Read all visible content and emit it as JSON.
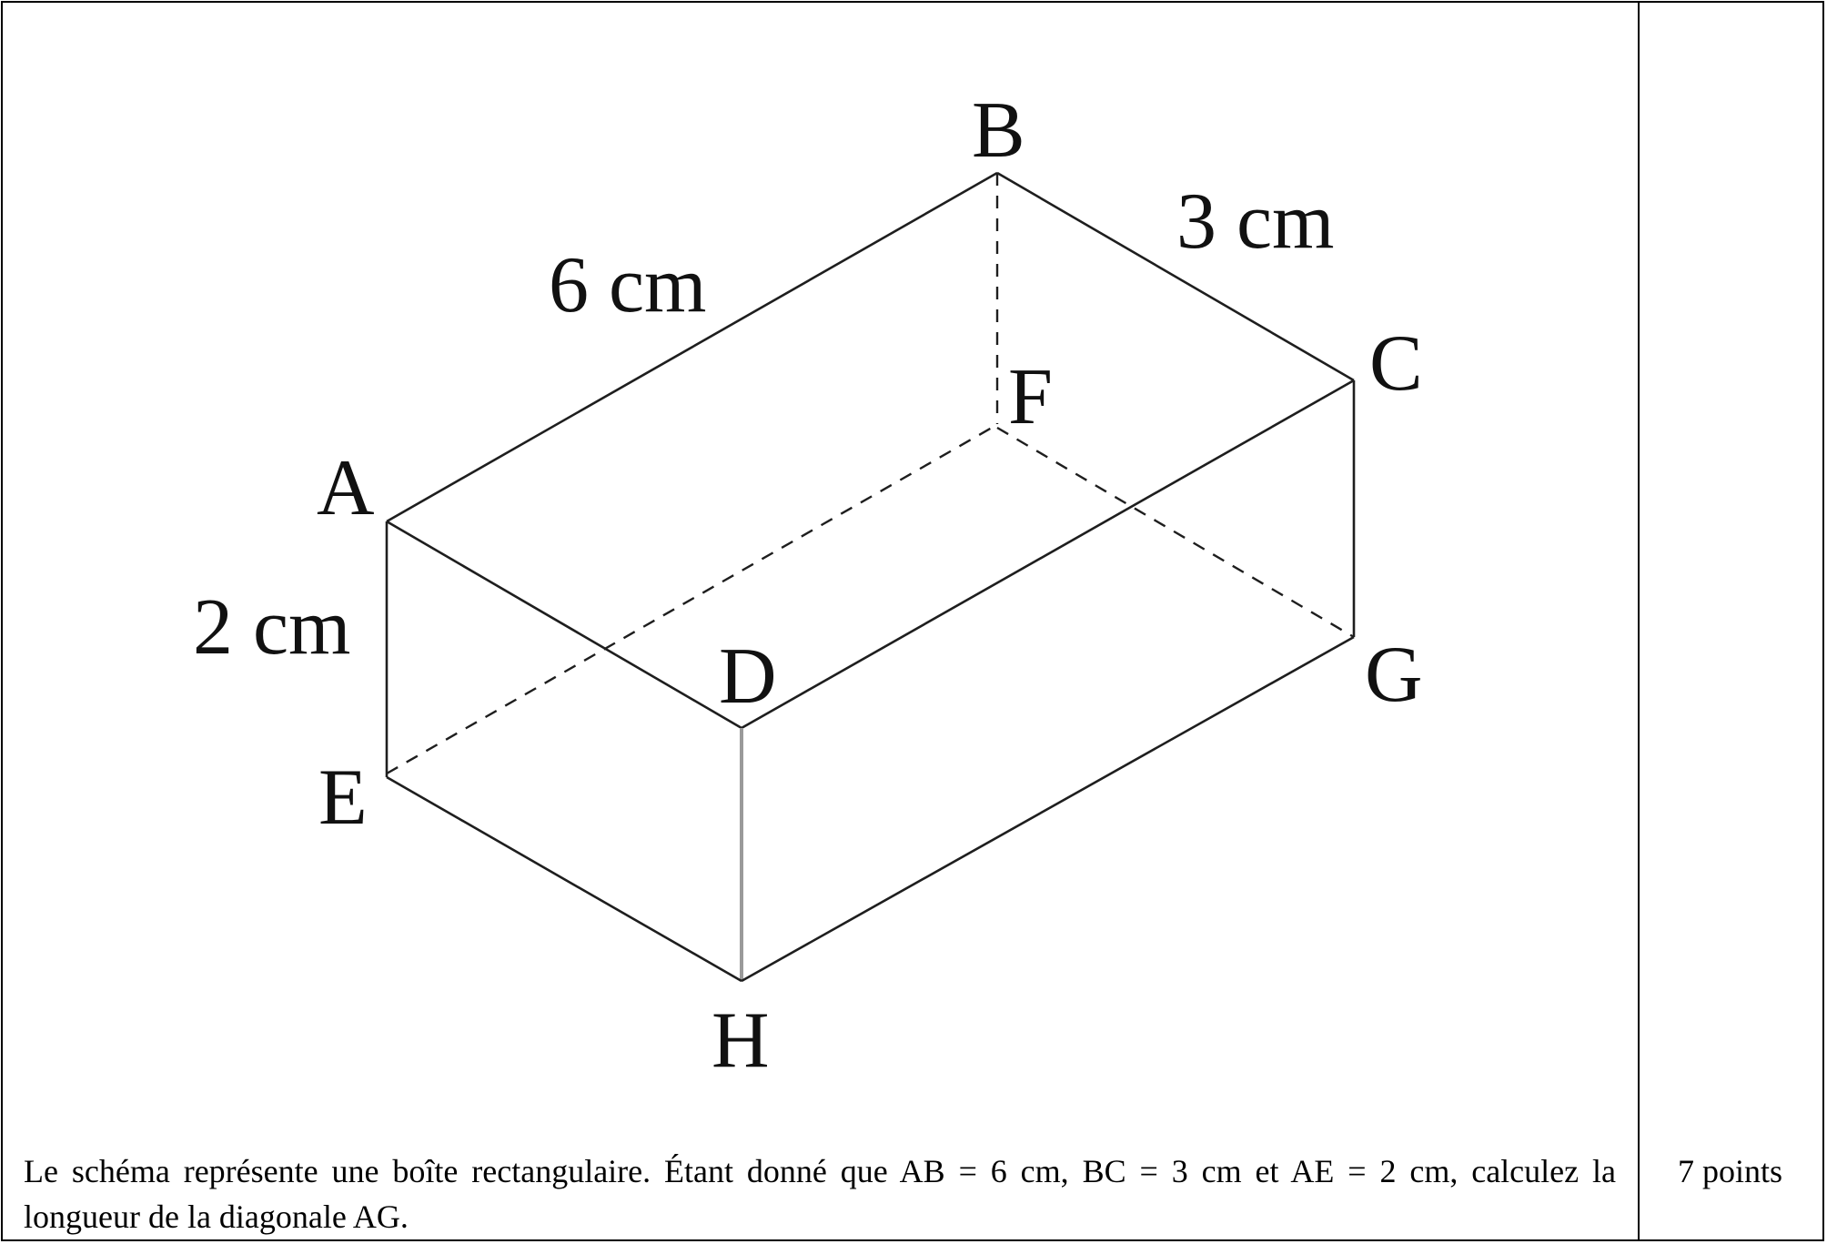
{
  "diagram": {
    "vertices": {
      "A": "A",
      "B": "B",
      "C": "C",
      "D": "D",
      "E": "E",
      "F": "F",
      "G": "G",
      "H": "H"
    },
    "dimensions": {
      "ab": "6 cm",
      "bc": "3 cm",
      "ae": "2 cm"
    }
  },
  "problem": {
    "text": "Le schéma représente une boîte rectangulaire. Étant donné que AB = 6 cm, BC = 3 cm et AE = 2 cm, calculez la longueur de la diagonale AG."
  },
  "score": {
    "label": "7 points"
  }
}
